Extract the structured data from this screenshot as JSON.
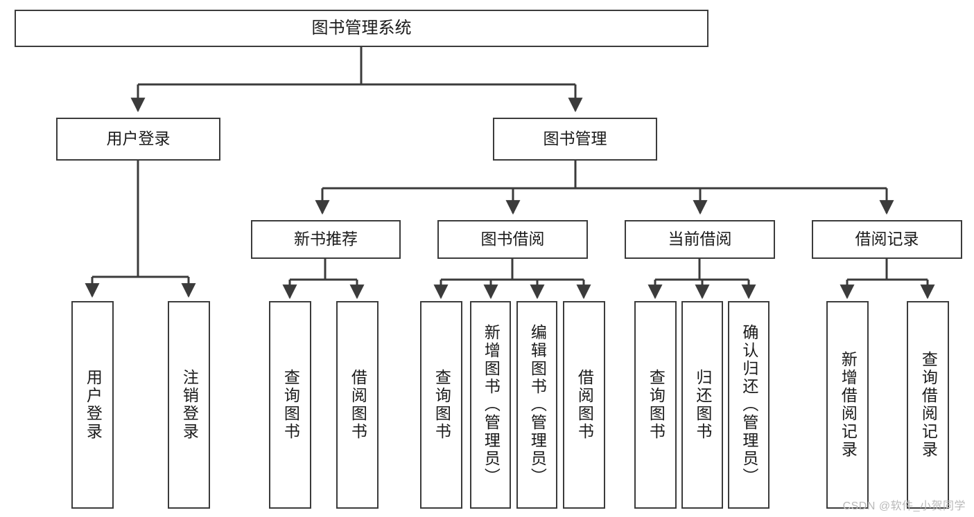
{
  "diagram": {
    "title": "图书管理系统",
    "type": "tree-hierarchy-chart",
    "colors": {
      "box_border": "#3b3b3b",
      "box_fill": "#ffffff",
      "edge": "#3b3b3b",
      "text": "#1a1a1a",
      "watermark": "#b9b9b9"
    }
  },
  "nodes": {
    "root": {
      "label": "图书管理系统"
    },
    "level2": [
      {
        "id": "user-login",
        "label": "用户登录"
      },
      {
        "id": "book-manage",
        "label": "图书管理"
      }
    ],
    "level3": [
      {
        "id": "new-book-recommend",
        "label": "新书推荐"
      },
      {
        "id": "book-borrow",
        "label": "图书借阅"
      },
      {
        "id": "current-borrow",
        "label": "当前借阅"
      },
      {
        "id": "borrow-record",
        "label": "借阅记录"
      }
    ],
    "leaves": {
      "user_login": [
        {
          "id": "leaf-user-login",
          "label": "用户登录"
        },
        {
          "id": "leaf-logout-login",
          "label": "注销登录"
        }
      ],
      "new_book_recommend": [
        {
          "id": "leaf-query-book-1",
          "label": "查询图书"
        },
        {
          "id": "leaf-borrow-book-1",
          "label": "借阅图书"
        }
      ],
      "book_borrow": [
        {
          "id": "leaf-query-book-2",
          "label": "查询图书"
        },
        {
          "id": "leaf-add-book",
          "label": "新增图书（管理员）"
        },
        {
          "id": "leaf-edit-book",
          "label": "编辑图书（管理员）"
        },
        {
          "id": "leaf-borrow-book-2",
          "label": "借阅图书"
        }
      ],
      "current_borrow": [
        {
          "id": "leaf-query-book-3",
          "label": "查询图书"
        },
        {
          "id": "leaf-return-book",
          "label": "归还图书"
        },
        {
          "id": "leaf-confirm-return",
          "label": "确认归还（管理员）"
        }
      ],
      "borrow_record": [
        {
          "id": "leaf-add-record",
          "label": "新增借阅记录"
        },
        {
          "id": "leaf-query-record",
          "label": "查询借阅记录"
        }
      ]
    }
  },
  "watermark": {
    "text": "CSDN @软件_小贺同学"
  }
}
